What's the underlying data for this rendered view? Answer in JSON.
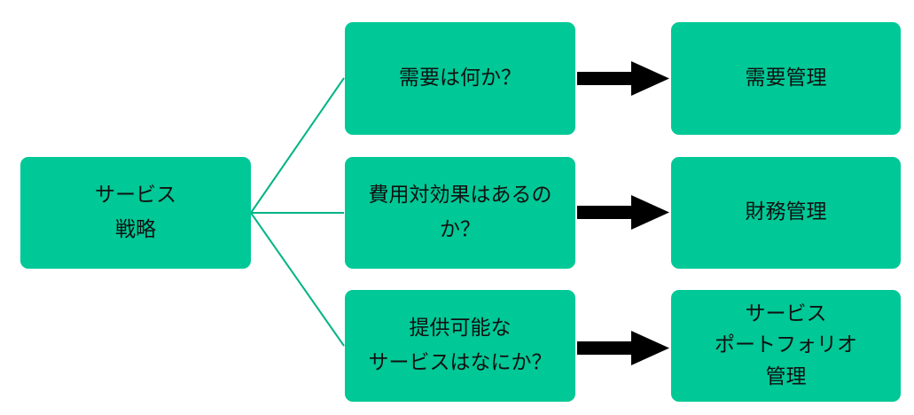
{
  "colors": {
    "box_fill": "#00c896",
    "connector_line": "#00b386",
    "arrow": "#000000",
    "text": "#111111"
  },
  "root": {
    "line1": "サービス",
    "line2": "戦略"
  },
  "questions": [
    {
      "lines": [
        "需要は何か？"
      ]
    },
    {
      "lines": [
        "費用対効果はあるの",
        "か？"
      ]
    },
    {
      "lines": [
        "提供可能な",
        "サービスはなにか？"
      ]
    }
  ],
  "results": [
    {
      "lines": [
        "需要管理"
      ]
    },
    {
      "lines": [
        "財務管理"
      ]
    },
    {
      "lines": [
        "サービス",
        "ポートフォリオ",
        "管理"
      ]
    }
  ]
}
